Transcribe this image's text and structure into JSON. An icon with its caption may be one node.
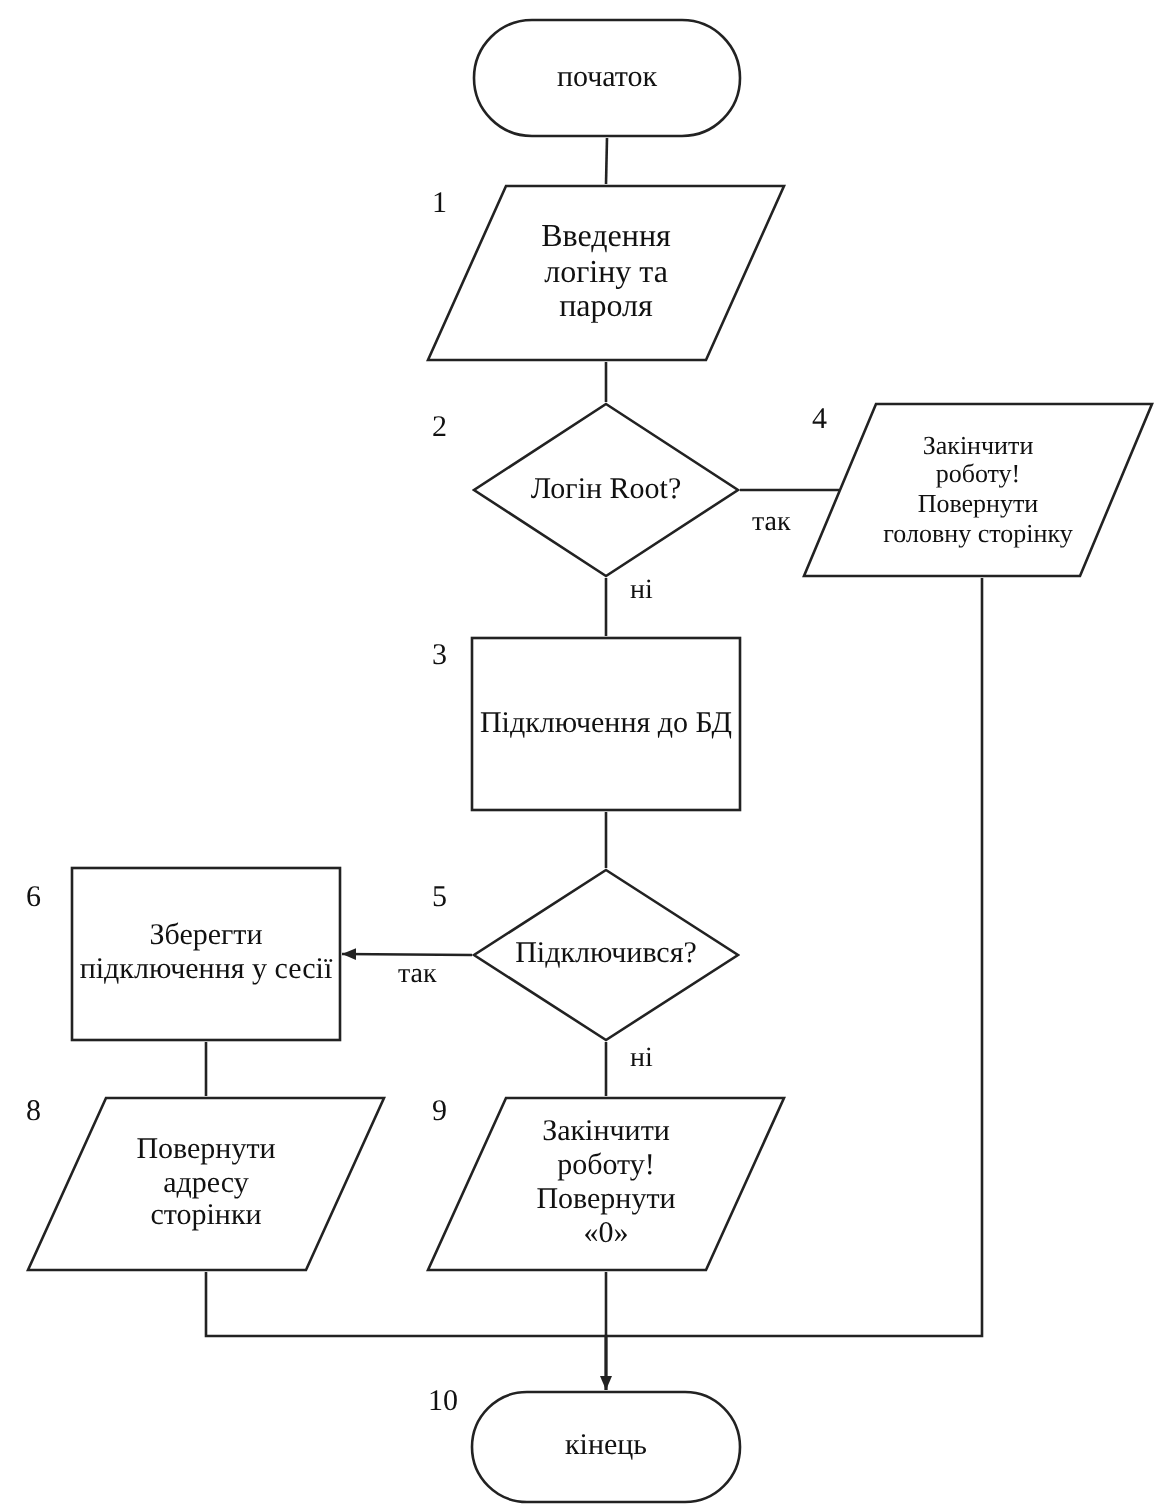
{
  "diagram": {
    "nodes": [
      {
        "text": [
          "початок"
        ]
      },
      {
        "text": [
          "Введення логіну та пароля"
        ],
        "beside": [
          "1"
        ]
      },
      {
        "text": [
          "Логін Root?"
        ],
        "beside": [
          "2"
        ]
      },
      {
        "text": [
          "Закінчити роботу! Повернути головну сторінку"
        ],
        "beside": [
          "4"
        ]
      },
      {
        "text": [
          "Підключення до БД"
        ],
        "beside": [
          "3"
        ]
      },
      {
        "text": [
          "Зберегти підключення у сесії"
        ],
        "beside": [
          "6"
        ]
      },
      {
        "text": [
          "Підключився?"
        ],
        "beside": [
          "5"
        ]
      },
      {
        "text": [
          "Повернути адресу сторінки"
        ],
        "beside": [
          "8"
        ]
      },
      {
        "text": [
          "Закінчити роботу! Повернути «0»"
        ],
        "beside": [
          "9"
        ]
      },
      {
        "text": [
          "кінець"
        ],
        "beside": [
          "10"
        ]
      }
    ],
    "edges": [
      {
        "from": 0,
        "to": 1,
        "arrow": "none"
      },
      {
        "from": 1,
        "to": 2,
        "arrow": "none"
      },
      {
        "from": 2,
        "to": 3,
        "arrow": "none",
        "label": "так"
      },
      {
        "from": 2,
        "to": 4,
        "arrow": "none",
        "label": "ні"
      },
      {
        "from": 4,
        "to": 6,
        "arrow": "none"
      },
      {
        "from": 6,
        "to": 5,
        "arrow": "to",
        "label": "так"
      },
      {
        "from": 6,
        "to": 8,
        "arrow": "none",
        "label": "ні"
      },
      {
        "from": 5,
        "to": 7,
        "arrow": "none"
      },
      {
        "from": 7,
        "to": 9,
        "arrow": "none"
      },
      {
        "from": 8,
        "to": 9,
        "arrow": "none"
      },
      {
        "from": 3,
        "to": 9,
        "arrow": "to"
      }
    ]
  }
}
